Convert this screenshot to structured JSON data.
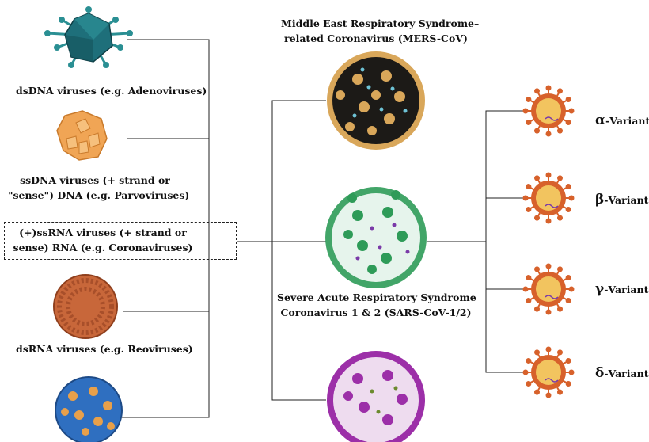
{
  "left_column": {
    "adenovirus_label": "dsDNA viruses (e.g. Adenoviruses)",
    "parvovirus_label_line1": "ssDNA viruses (+ strand or",
    "parvovirus_label_line2": "\"sense\") DNA (e.g. Parvoviruses)",
    "coronavirus_label_line1": "(+)ssRNA viruses (+ strand or",
    "coronavirus_label_line2": "sense) RNA (e.g. Coronaviruses)",
    "reovirus_label": "dsRNA viruses (e.g. Reoviruses)"
  },
  "middle_column": {
    "mers_label_line1": "Middle East Respiratory Syndrome–",
    "mers_label_line2": "related Coronavirus (MERS-CoV)",
    "sars_label_line1": "Severe Acute Respiratory Syndrome",
    "sars_label_line2": "Coronavirus 1 & 2 (SARS-CoV-1/2)"
  },
  "variants": [
    {
      "greek": "α",
      "suffix": "-Variant"
    },
    {
      "greek": "β",
      "suffix": "-Variant"
    },
    {
      "greek": "γ",
      "suffix": "-Variant"
    },
    {
      "greek": "δ",
      "suffix": "-Variant"
    }
  ],
  "colors": {
    "adenovirus": "#1e6f7a",
    "parvovirus": "#f0a555",
    "reovirus": "#c8673a",
    "bottom_virus": "#2f6fc0",
    "mers_core": "#1c1a17",
    "mers_spike": "#d9a75a",
    "sars_core": "#e6f4ec",
    "sars_spike": "#2e9b58",
    "purple_core": "#eedcef",
    "purple_spike": "#9c2fa8",
    "variant_spike": "#d7612b",
    "variant_core": "#f2c45f"
  }
}
